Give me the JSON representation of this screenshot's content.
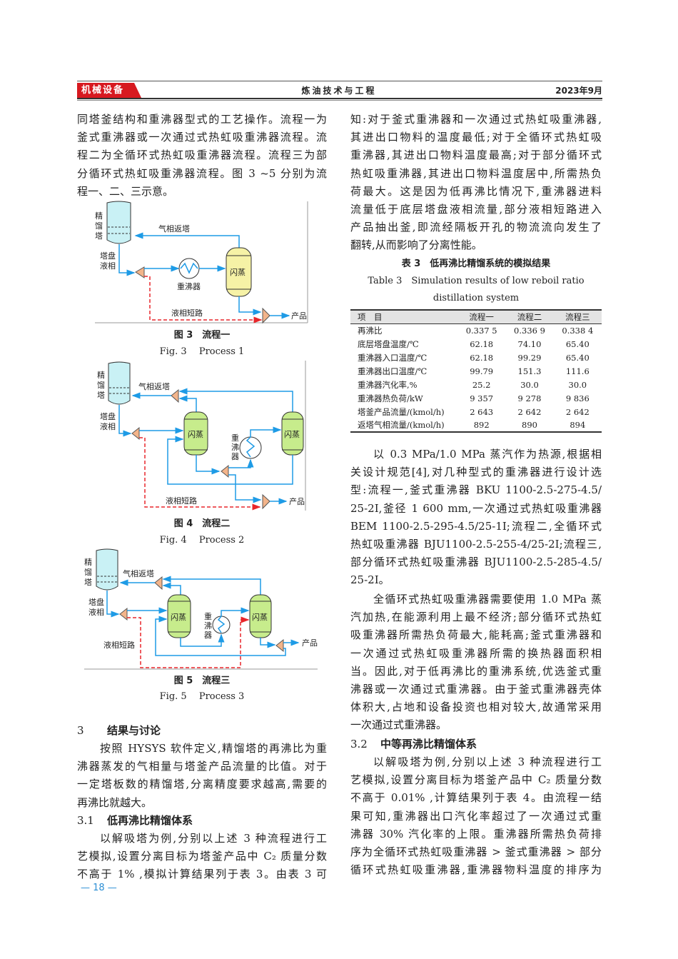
{
  "header": {
    "section_tag": "机械设备",
    "journal": "炼油技术与工程",
    "date": "2023年9月",
    "tag_color": "#d71920"
  },
  "left": {
    "intro": [
      "同塔釜结构和重沸器型式的工艺操作。流程一为",
      "釜式重沸器或一次通过式热虹吸重沸器流程。流",
      "程二为全循环式热虹吸重沸器流程。流程三为部",
      "分循环式热虹吸重沸器流程。图 3 ~5 分别为流",
      "程一、二、三示意。"
    ],
    "figures": [
      {
        "cn": "图 3　流程一",
        "en": "Fig. 3　 Process 1",
        "labels": {
          "column": [
            "精",
            "馏",
            "塔"
          ],
          "tray_liquid": [
            "塔盘",
            "液相"
          ],
          "vapor_return": "气相返塔",
          "reboiler": "重沸器",
          "flash": "闪蒸",
          "bypass": "液相短路",
          "product": "产品"
        }
      },
      {
        "cn": "图 4　流程二",
        "en": "Fig. 4　 Process 2",
        "labels": {
          "column": [
            "精",
            "馏",
            "塔"
          ],
          "tray_liquid": [
            "塔盘",
            "液相"
          ],
          "vapor_return": "气相返塔",
          "reboiler": [
            "重",
            "沸",
            "器"
          ],
          "flash": "闪蒸",
          "bypass": "液相短路",
          "product": "产品"
        }
      },
      {
        "cn": "图 5　流程三",
        "en": "Fig. 5　 Process 3",
        "labels": {
          "column": [
            "精",
            "馏",
            "塔"
          ],
          "tray_liquid": [
            "塔盘",
            "液相"
          ],
          "vapor_return": "气相返塔",
          "reboiler": [
            "重",
            "沸",
            "器"
          ],
          "flash": "闪蒸",
          "bypass": "液相短路",
          "product": "产品"
        }
      }
    ],
    "section3": {
      "num": "3",
      "title": "结果与讨论",
      "para": [
        "按照 HYSYS 软件定义,精馏塔的再沸比为重",
        "沸器蒸发的气相量与塔釜产品流量的比值。对于",
        "一定塔板数的精馏塔,分离精度要求越高,需要的",
        "再沸比就越大。"
      ]
    },
    "section31": {
      "num": "3.1",
      "title": "低再沸比精馏体系",
      "para": [
        "以解吸塔为例,分别以上述 3 种流程进行工",
        "艺模拟,设置分离目标为塔釜产品中 C₂ 质量分数",
        "不高于 1% ,模拟计算结果列于表 3。由表 3 可"
      ]
    }
  },
  "right": {
    "para1": [
      "知:对于釜式重沸器和一次通过式热虹吸重沸器,",
      "其进出口物料的温度最低;对于全循环式热虹吸",
      "重沸器,其进出口物料温度最高;对于部分循环式",
      "热虹吸重沸器,其进出口物料温度居中,所需热负",
      "荷最大。这是因为低再沸比情况下,重沸器进料",
      "流量低于底层塔盘液相流量,部分液相短路进入",
      "产品抽出釜,即流经隔板开孔的物流流向发生了",
      "翻转,从而影响了分离性能。"
    ],
    "table": {
      "cn": "表 3　低再沸比精馏系统的模拟结果",
      "en1": "Table 3　Simulation results of low reboil ratio",
      "en2": "distillation system",
      "headers": [
        "项　目",
        "流程一",
        "流程二",
        "流程三"
      ],
      "rows": [
        [
          "再沸比",
          "0.337 5",
          "0.336 9",
          "0.338 4"
        ],
        [
          "底层塔盘温度/℃",
          "62.18",
          "74.10",
          "65.40"
        ],
        [
          "重沸器入口温度/℃",
          "62.18",
          "99.29",
          "65.40"
        ],
        [
          "重沸器出口温度/℃",
          "99.79",
          "151.3",
          "111.6"
        ],
        [
          "重沸器汽化率,%",
          "25.2",
          "30.0",
          "30.0"
        ],
        [
          "重沸器热负荷/kW",
          "9 357",
          "9 278",
          "9 836"
        ],
        [
          "塔釜产品流量/(kmol/h)",
          "2 643",
          "2 642",
          "2 642"
        ],
        [
          "返塔气相流量/(kmol/h)",
          "892",
          "890",
          "894"
        ]
      ]
    },
    "para2": [
      "以 0.3 MPa/1.0 MPa 蒸汽作为热源,根据相",
      "关设计规范[4],对几种型式的重沸器进行设计选",
      "型:流程一,釜式重沸器 BKU 1100-2.5-275-4.5/",
      "25-2I,釜径 1 600 mm,一次通过式热虹吸重沸器",
      "BEM 1100-2.5-295-4.5/25-1I;流程二,全循环式",
      "热虹吸重沸器 BJU1100-2.5-255-4/25-2I;流程三,",
      "部分循环式热虹吸重沸器 BJU1100-2.5-285-4.5/",
      "25-2I。"
    ],
    "para3": [
      "全循环式热虹吸重沸器需要使用 1.0 MPa 蒸",
      "汽加热,在能源利用上最不经济;部分循环式热虹",
      "吸重沸器所需热负荷最大,能耗高;釜式重沸器和",
      "一次通过式热虹吸重沸器所需的换热器面积相",
      "当。因此,对于低再沸比的重沸系统,优选釜式重",
      "沸器或一次通过式重沸器。由于釜式重沸器壳体",
      "体积大,占地和设备投资也相对较大,故通常采用",
      "一次通过式重沸器。"
    ],
    "section32": {
      "num": "3.2",
      "title": "中等再沸比精馏体系",
      "para": [
        "以解吸塔为例,分别以上述 3 种流程进行工",
        "艺模拟,设置分离目标为塔釜产品中 C₂ 质量分数",
        "不高于 0.01% ,计算结果列于表 4。由流程一结",
        "果可知,重沸器出口汽化率超过了一次通过式重",
        "沸器 30% 汽化率的上限。重沸器所需热负荷排",
        "序为全循环式热虹吸重沸器 > 釜式重沸器 > 部分",
        "循环式热虹吸重沸器,重沸器物料温度的排序为"
      ]
    }
  },
  "page_number": "— 18 —",
  "colors": {
    "stream": "#1e9be6",
    "bypass": "#e8262b",
    "column_fill": "#c9f1f5",
    "flash_fill_1": "#f6f2a6",
    "flash_fill_2": "#c7ec8c",
    "splitter_fill": "#f3b48a",
    "page_number": "#2b8ed4"
  }
}
